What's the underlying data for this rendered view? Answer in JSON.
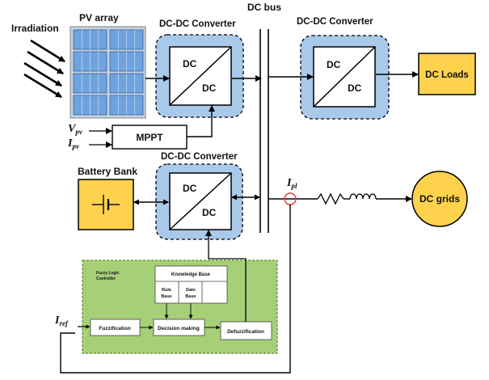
{
  "labels": {
    "irradiation": "Irradiation",
    "pv_array": "PV array",
    "dc_bus": "DC bus",
    "conv1_title": "DC-DC Converter",
    "conv2_title": "DC-DC Converter",
    "conv3_title": "DC-DC Converter",
    "dc": "DC",
    "dc_loads": "DC Loads",
    "mppt": "MPPT",
    "vpv_main": "V",
    "vpv_sub": "pv",
    "ipv_main": "I",
    "ipv_sub": "pv",
    "battery_bank": "Battery Bank",
    "ipl_main": "I",
    "ipl_sub": "pl",
    "dc_grids": "DC grids",
    "iref_main": "I",
    "iref_sub": "ref",
    "flc_title_line1": "Fuzzy Logic",
    "flc_title_line2": "Controller",
    "knowledge_base": "Knowledge Base",
    "rule_line1": "Rule",
    "rule_line2": "Base",
    "date_line1": "Date",
    "date_line2": "Base",
    "fuzzification": "Fuzzification",
    "decision_making": "Decision making",
    "defuzzification": "Defuzzification"
  },
  "colors": {
    "converter_fill": "#a9c9ea",
    "converter_inner": "#ffffff",
    "load_fill": "#ffd24d",
    "pv_cell": "#6fa3e0",
    "flc_fill": "#a6cf78",
    "flc_border": "#5a8a2e",
    "sensor": "#e53935"
  }
}
